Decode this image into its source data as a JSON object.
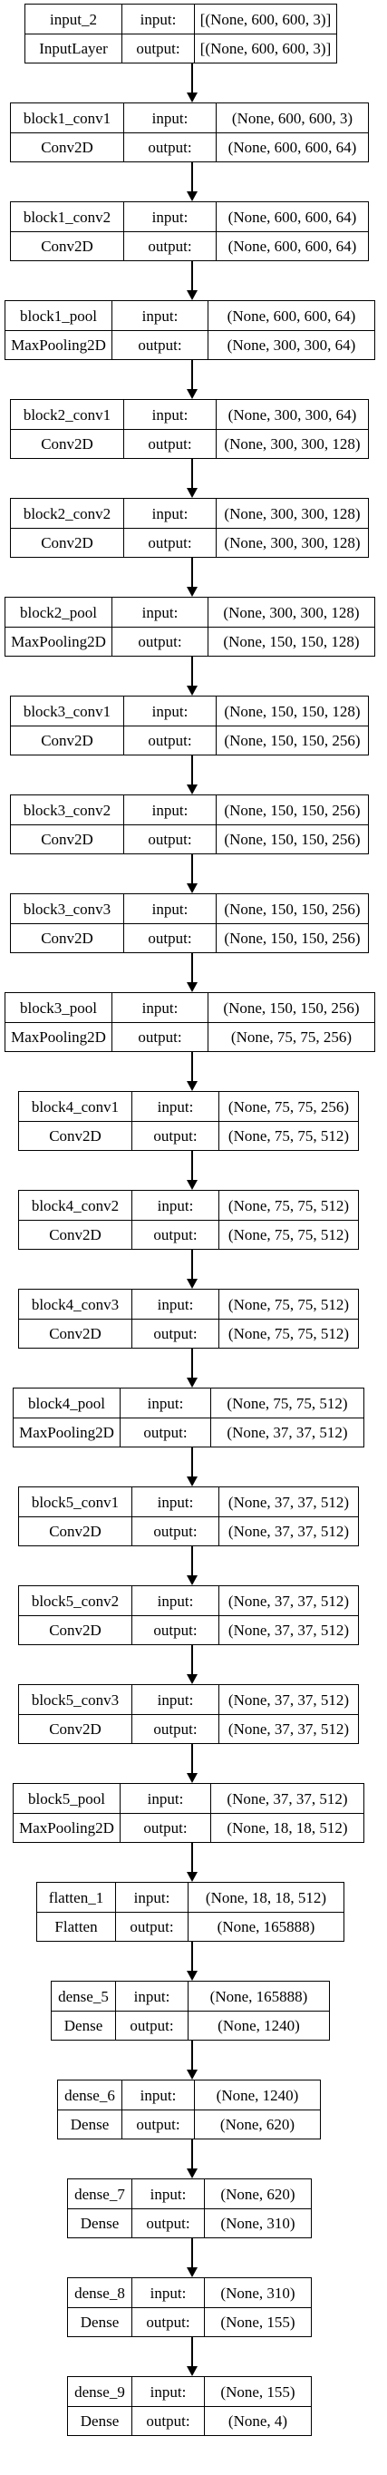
{
  "layers": [
    {
      "name": "input_2",
      "type": "InputLayer",
      "input_label": "input:",
      "output_label": "output:",
      "input_shape": "[(None, 600, 600, 3)]",
      "output_shape": "[(None, 600, 600, 3)]"
    },
    {
      "name": "block1_conv1",
      "type": "Conv2D",
      "input_label": "input:",
      "output_label": "output:",
      "input_shape": "(None, 600, 600, 3)",
      "output_shape": "(None, 600, 600, 64)"
    },
    {
      "name": "block1_conv2",
      "type": "Conv2D",
      "input_label": "input:",
      "output_label": "output:",
      "input_shape": "(None, 600, 600, 64)",
      "output_shape": "(None, 600, 600, 64)"
    },
    {
      "name": "block1_pool",
      "type": "MaxPooling2D",
      "input_label": "input:",
      "output_label": "output:",
      "input_shape": "(None, 600, 600, 64)",
      "output_shape": "(None, 300, 300, 64)"
    },
    {
      "name": "block2_conv1",
      "type": "Conv2D",
      "input_label": "input:",
      "output_label": "output:",
      "input_shape": "(None, 300, 300, 64)",
      "output_shape": "(None, 300, 300, 128)"
    },
    {
      "name": "block2_conv2",
      "type": "Conv2D",
      "input_label": "input:",
      "output_label": "output:",
      "input_shape": "(None, 300, 300, 128)",
      "output_shape": "(None, 300, 300, 128)"
    },
    {
      "name": "block2_pool",
      "type": "MaxPooling2D",
      "input_label": "input:",
      "output_label": "output:",
      "input_shape": "(None, 300, 300, 128)",
      "output_shape": "(None, 150, 150, 128)"
    },
    {
      "name": "block3_conv1",
      "type": "Conv2D",
      "input_label": "input:",
      "output_label": "output:",
      "input_shape": "(None, 150, 150, 128)",
      "output_shape": "(None, 150, 150, 256)"
    },
    {
      "name": "block3_conv2",
      "type": "Conv2D",
      "input_label": "input:",
      "output_label": "output:",
      "input_shape": "(None, 150, 150, 256)",
      "output_shape": "(None, 150, 150, 256)"
    },
    {
      "name": "block3_conv3",
      "type": "Conv2D",
      "input_label": "input:",
      "output_label": "output:",
      "input_shape": "(None, 150, 150, 256)",
      "output_shape": "(None, 150, 150, 256)"
    },
    {
      "name": "block3_pool",
      "type": "MaxPooling2D",
      "input_label": "input:",
      "output_label": "output:",
      "input_shape": "(None, 150, 150, 256)",
      "output_shape": "(None, 75, 75, 256)"
    },
    {
      "name": "block4_conv1",
      "type": "Conv2D",
      "input_label": "input:",
      "output_label": "output:",
      "input_shape": "(None, 75, 75, 256)",
      "output_shape": "(None, 75, 75, 512)"
    },
    {
      "name": "block4_conv2",
      "type": "Conv2D",
      "input_label": "input:",
      "output_label": "output:",
      "input_shape": "(None, 75, 75, 512)",
      "output_shape": "(None, 75, 75, 512)"
    },
    {
      "name": "block4_conv3",
      "type": "Conv2D",
      "input_label": "input:",
      "output_label": "output:",
      "input_shape": "(None, 75, 75, 512)",
      "output_shape": "(None, 75, 75, 512)"
    },
    {
      "name": "block4_pool",
      "type": "MaxPooling2D",
      "input_label": "input:",
      "output_label": "output:",
      "input_shape": "(None, 75, 75, 512)",
      "output_shape": "(None, 37, 37, 512)"
    },
    {
      "name": "block5_conv1",
      "type": "Conv2D",
      "input_label": "input:",
      "output_label": "output:",
      "input_shape": "(None, 37, 37, 512)",
      "output_shape": "(None, 37, 37, 512)"
    },
    {
      "name": "block5_conv2",
      "type": "Conv2D",
      "input_label": "input:",
      "output_label": "output:",
      "input_shape": "(None, 37, 37, 512)",
      "output_shape": "(None, 37, 37, 512)"
    },
    {
      "name": "block5_conv3",
      "type": "Conv2D",
      "input_label": "input:",
      "output_label": "output:",
      "input_shape": "(None, 37, 37, 512)",
      "output_shape": "(None, 37, 37, 512)"
    },
    {
      "name": "block5_pool",
      "type": "MaxPooling2D",
      "input_label": "input:",
      "output_label": "output:",
      "input_shape": "(None, 37, 37, 512)",
      "output_shape": "(None, 18, 18, 512)"
    },
    {
      "name": "flatten_1",
      "type": "Flatten",
      "input_label": "input:",
      "output_label": "output:",
      "input_shape": "(None, 18, 18, 512)",
      "output_shape": "(None, 165888)"
    },
    {
      "name": "dense_5",
      "type": "Dense",
      "input_label": "input:",
      "output_label": "output:",
      "input_shape": "(None, 165888)",
      "output_shape": "(None, 1240)"
    },
    {
      "name": "dense_6",
      "type": "Dense",
      "input_label": "input:",
      "output_label": "output:",
      "input_shape": "(None, 1240)",
      "output_shape": "(None, 620)"
    },
    {
      "name": "dense_7",
      "type": "Dense",
      "input_label": "input:",
      "output_label": "output:",
      "input_shape": "(None, 620)",
      "output_shape": "(None, 310)"
    },
    {
      "name": "dense_8",
      "type": "Dense",
      "input_label": "input:",
      "output_label": "output:",
      "input_shape": "(None, 310)",
      "output_shape": "(None, 155)"
    },
    {
      "name": "dense_9",
      "type": "Dense",
      "input_label": "input:",
      "output_label": "output:",
      "input_shape": "(None, 155)",
      "output_shape": "(None, 4)"
    }
  ]
}
